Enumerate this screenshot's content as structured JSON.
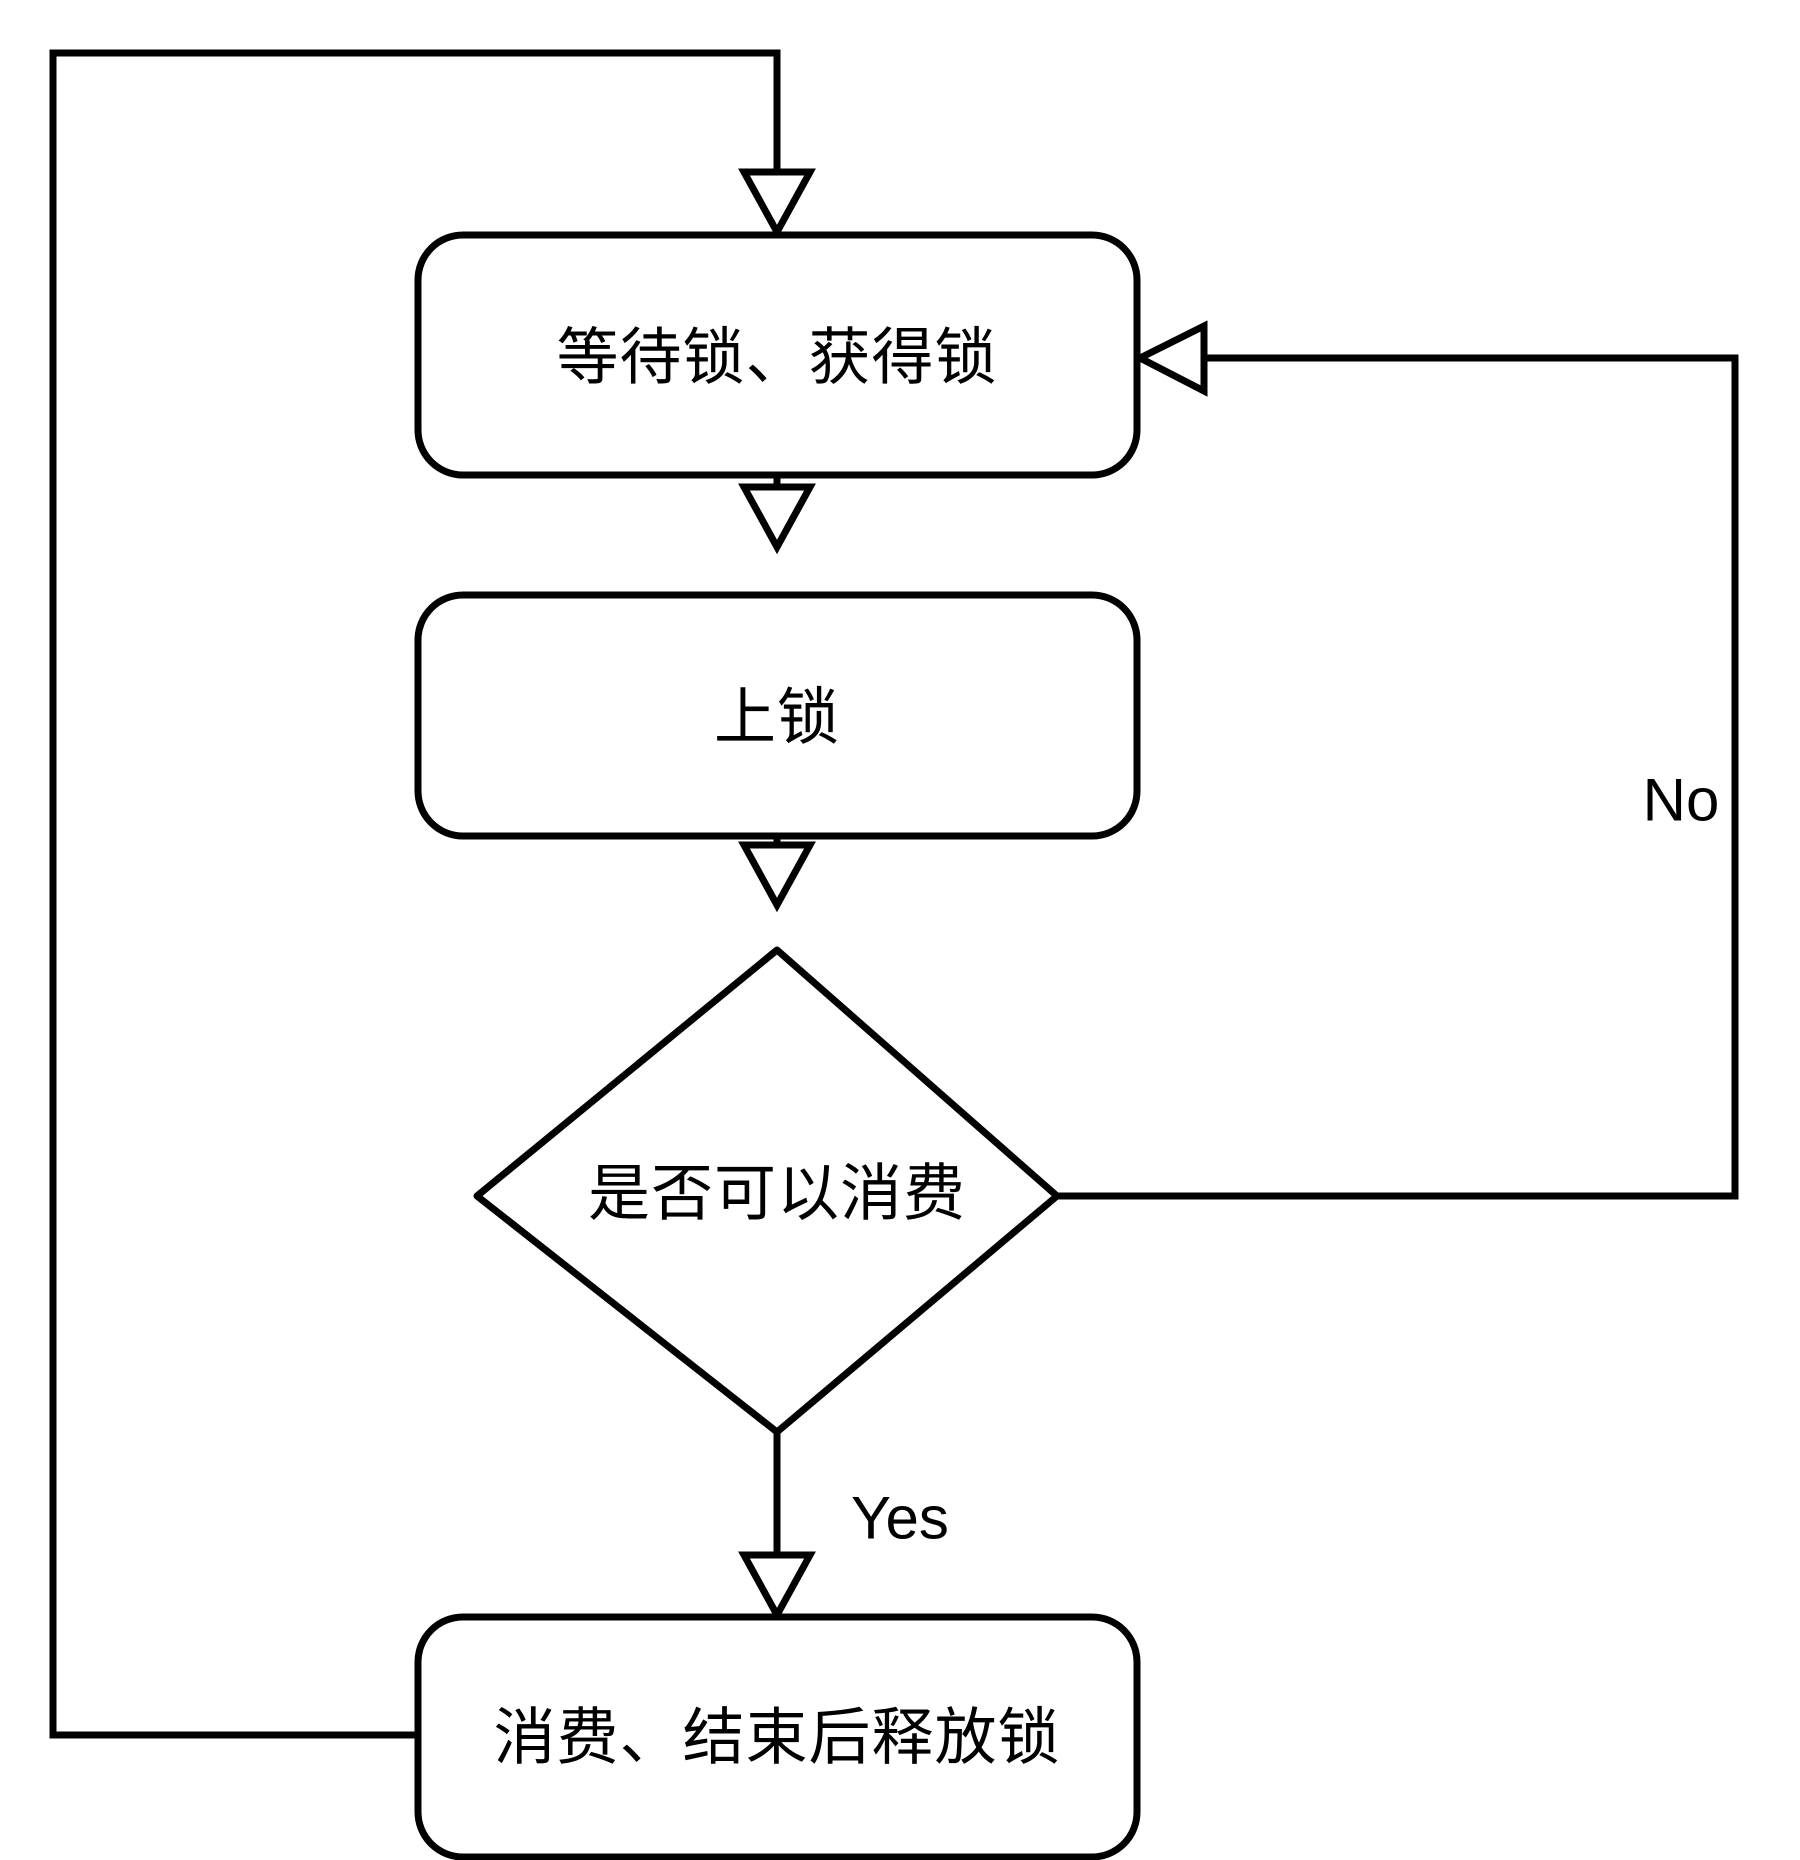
{
  "diagram": {
    "type": "flowchart",
    "title": "",
    "background_color": "#ffffff",
    "stroke_color": "#000000",
    "fill_color": "#ffffff",
    "nodes": [
      {
        "id": "wait-acquire-lock",
        "shape": "rounded-rectangle",
        "label": "等待锁、获得锁"
      },
      {
        "id": "lock",
        "shape": "rounded-rectangle",
        "label": "上锁"
      },
      {
        "id": "can-consume",
        "shape": "diamond",
        "label": "是否可以消费"
      },
      {
        "id": "consume-release-lock",
        "shape": "rounded-rectangle",
        "label": "消费、结束后释放锁"
      }
    ],
    "edges": [
      {
        "id": "edge-loop-back-to-wait",
        "from": "consume-release-lock",
        "to": "wait-acquire-lock",
        "label": ""
      },
      {
        "id": "edge-wait-to-lock",
        "from": "wait-acquire-lock",
        "to": "lock",
        "label": ""
      },
      {
        "id": "edge-lock-to-decision",
        "from": "lock",
        "to": "can-consume",
        "label": ""
      },
      {
        "id": "edge-decision-no",
        "from": "can-consume",
        "to": "wait-acquire-lock",
        "label": "No"
      },
      {
        "id": "edge-decision-yes",
        "from": "can-consume",
        "to": "consume-release-lock",
        "label": "Yes"
      }
    ]
  }
}
